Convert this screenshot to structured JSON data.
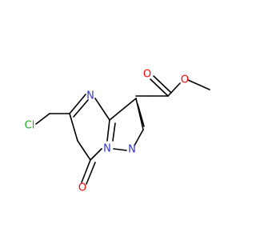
{
  "atoms": {
    "n_ring_top": {
      "text": "N",
      "color": "#3333cc"
    },
    "n_bridge": {
      "text": "N",
      "color": "#3333cc"
    },
    "n_pyrazole": {
      "text": "N",
      "color": "#3333cc"
    },
    "o_carbonyl_ester": {
      "text": "O",
      "color": "#ff0000"
    },
    "o_ester_link": {
      "text": "O",
      "color": "#ff0000"
    },
    "o_ketone": {
      "text": "O",
      "color": "#ff0000"
    },
    "cl": {
      "text": "Cl",
      "color": "#22aa22"
    }
  }
}
